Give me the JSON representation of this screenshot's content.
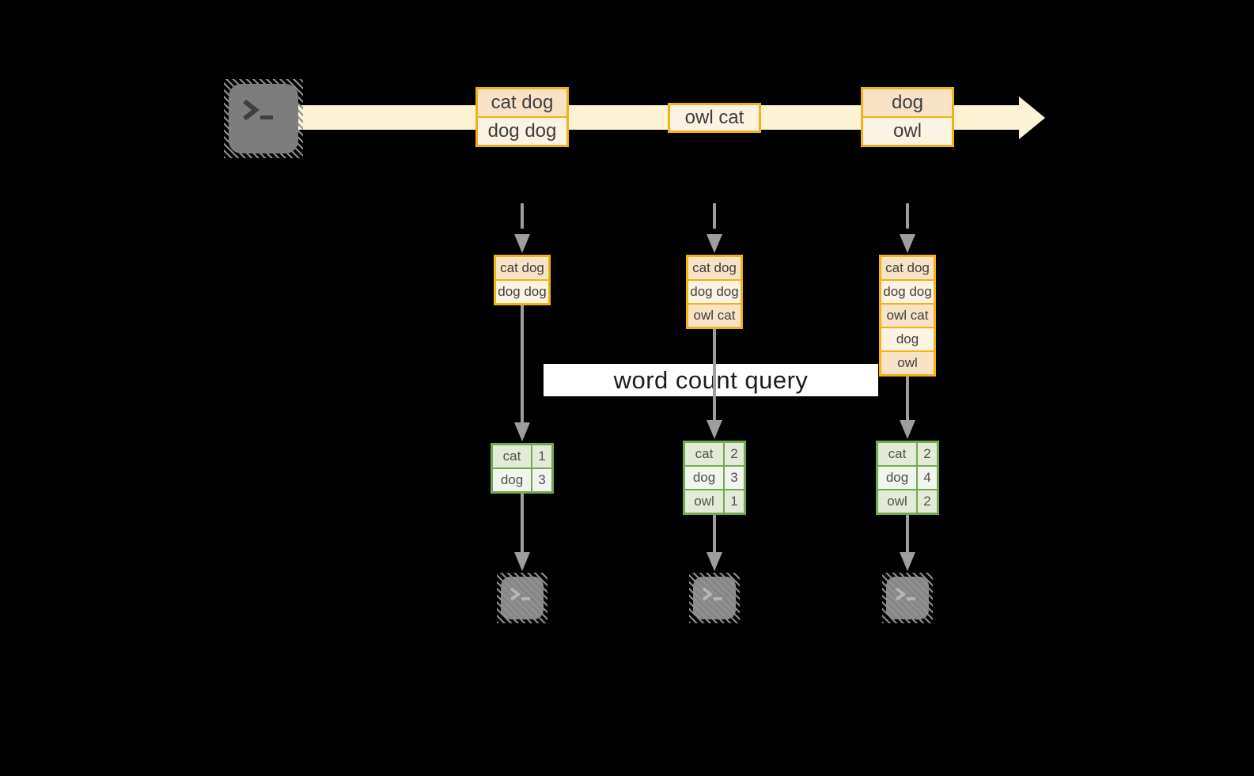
{
  "diagram": {
    "title_banner": "word count query",
    "description_visible_text_only": true
  },
  "colors": {
    "background": "#000000",
    "amber_border": "#f0b214",
    "cream_band": "#fcf3d5",
    "peach_dark": "#f8e3c6",
    "peach_light": "#fdf3e3",
    "green_border": "#75a94e",
    "green_row_dark": "#e3ebd8",
    "green_row_light": "#f2f5ee",
    "arrow_gray": "#9e9e9e",
    "terminal_gray": "#7d7d7d",
    "query_band_bg": "#ffffff"
  },
  "icons": {
    "source": "terminal-icon",
    "sink": "terminal-icon",
    "stream": "right-arrow-band"
  },
  "stream": {
    "batches": [
      {
        "cells": [
          "cat dog",
          "dog dog"
        ]
      },
      {
        "cells": [
          "owl cat"
        ]
      },
      {
        "cells": [
          "dog",
          "owl"
        ]
      }
    ]
  },
  "query": {
    "label": "word count query"
  },
  "columns": [
    {
      "accumulated": {
        "cells": [
          "cat dog",
          "dog dog"
        ]
      },
      "table": {
        "rows": [
          {
            "word": "cat",
            "count": "1"
          },
          {
            "word": "dog",
            "count": "3"
          }
        ]
      }
    },
    {
      "accumulated": {
        "cells": [
          "cat dog",
          "dog dog",
          "owl cat"
        ]
      },
      "table": {
        "rows": [
          {
            "word": "cat",
            "count": "2"
          },
          {
            "word": "dog",
            "count": "3"
          },
          {
            "word": "owl",
            "count": "1"
          }
        ]
      }
    },
    {
      "accumulated": {
        "cells": [
          "cat dog",
          "dog dog",
          "owl cat",
          "dog",
          "owl"
        ]
      },
      "table": {
        "rows": [
          {
            "word": "cat",
            "count": "2"
          },
          {
            "word": "dog",
            "count": "4"
          },
          {
            "word": "owl",
            "count": "2"
          }
        ]
      }
    }
  ]
}
